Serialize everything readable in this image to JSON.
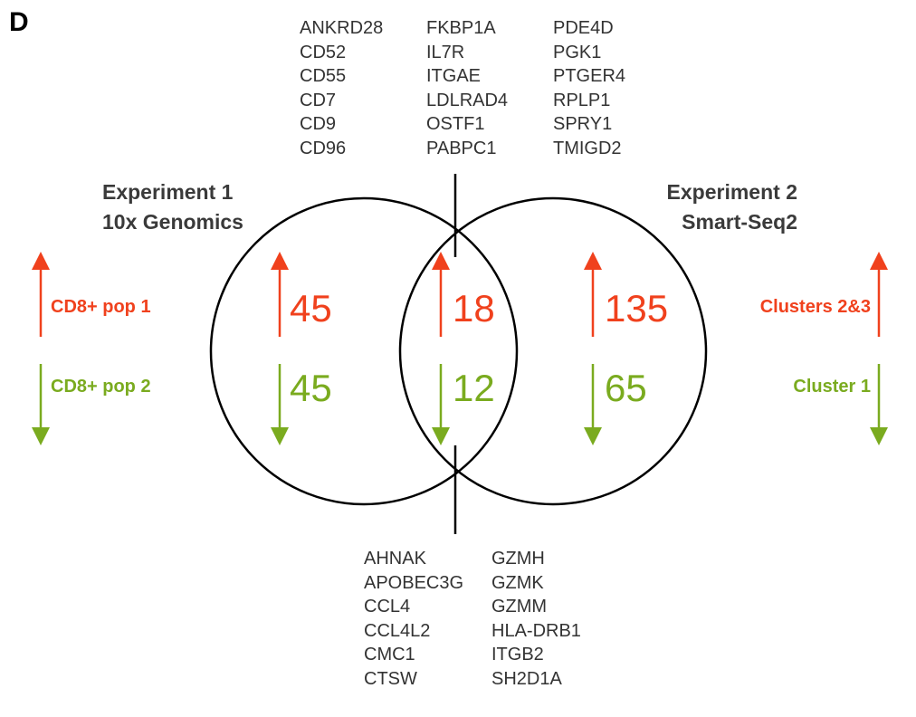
{
  "panel_letter": "D",
  "colors": {
    "up": "#f0411d",
    "down": "#7aab1f",
    "text": "#333333",
    "line": "#000000"
  },
  "top_genes": [
    [
      "ANKRD28",
      "CD52",
      "CD55",
      "CD7",
      "CD9",
      "CD96"
    ],
    [
      "FKBP1A",
      "IL7R",
      "ITGAE",
      "LDLRAD4",
      "OSTF1",
      "PABPC1"
    ],
    [
      "PDE4D",
      "PGK1",
      "PTGER4",
      "RPLP1",
      "SPRY1",
      "TMIGD2"
    ]
  ],
  "bottom_genes": [
    [
      "AHNAK",
      "APOBEC3G",
      "CCL4",
      "CCL4L2",
      "CMC1",
      "CTSW"
    ],
    [
      "GZMH",
      "GZMK",
      "GZMM",
      "HLA-DRB1",
      "ITGB2",
      "SH2D1A"
    ]
  ],
  "experiment1": {
    "line1": "Experiment 1",
    "line2": "10x Genomics"
  },
  "experiment2": {
    "line1": "Experiment 2",
    "line2": "Smart-Seq2"
  },
  "left_side": {
    "up_label": "CD8+ pop 1",
    "down_label": "CD8+ pop 2"
  },
  "right_side": {
    "up_label": "Clusters 2&3",
    "down_label": "Cluster 1"
  },
  "counts": {
    "exp1_only": {
      "up": "45",
      "down": "45"
    },
    "overlap": {
      "up": "18",
      "down": "12"
    },
    "exp2_only": {
      "up": "135",
      "down": "65"
    }
  }
}
